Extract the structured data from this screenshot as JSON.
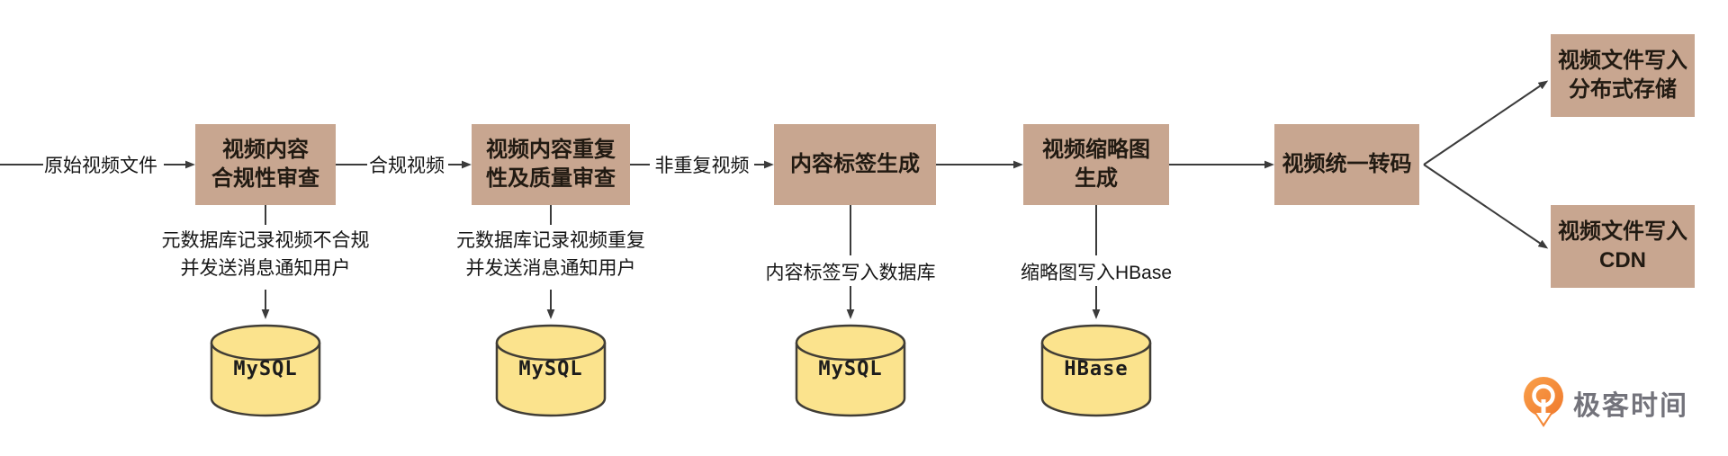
{
  "flow": {
    "input_label": "原始视频文件",
    "compliant_label": "合规视频",
    "unique_label": "非重复视频"
  },
  "nodes": {
    "compliance_review": "视频内容\n合规性审查",
    "duplication_quality_review": "视频内容重复\n性及质量审查",
    "tag_generation": "内容标签生成",
    "thumbnail_generation": "视频缩略图\n生成",
    "unified_transcode": "视频统一转码",
    "write_distributed_storage": "视频文件写入\n分布式存储",
    "write_cdn": "视频文件写入\nCDN"
  },
  "notes": {
    "compliance_note": "元数据库记录视频不合规\n并发送消息通知用户",
    "duplication_note": "元数据库记录视频重复\n并发送消息通知用户",
    "tag_note": "内容标签写入数据库",
    "thumbnail_note": "缩略图写入HBase"
  },
  "databases": {
    "compliance_db": "MySQL",
    "duplication_db": "MySQL",
    "tag_db": "MySQL",
    "thumbnail_db": "HBase"
  },
  "logo": {
    "text": "极客时间"
  },
  "colors": {
    "box_fill": "#C8A690",
    "box_text": "#211A12",
    "line": "#3B3B3B",
    "note_text": "#161616",
    "cylinder_fill": "#FBE38D",
    "cylinder_stroke": "#403D36",
    "logo_orange": "#F07A2E",
    "logo_orange_light": "#F9A04A",
    "logo_text": "#73737B"
  }
}
